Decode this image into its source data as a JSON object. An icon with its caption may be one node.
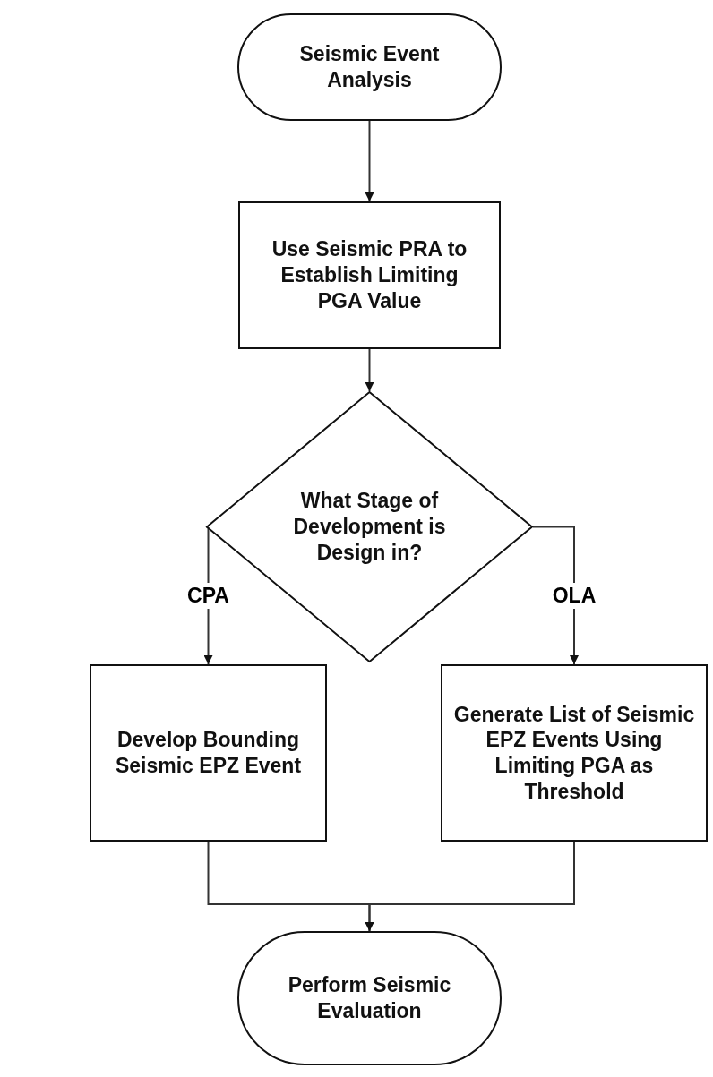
{
  "diagram": {
    "nodes": [
      {
        "text": [
          "Seismic Event Analysis"
        ]
      },
      {
        "text": [
          "Use Seismic PRA to Establish Limiting PGA Value"
        ]
      },
      {
        "text": [
          "What Stage of Development is Design in?"
        ]
      },
      {
        "text": [
          "Develop Bounding Seismic EPZ Event"
        ]
      },
      {
        "text": [
          "Generate List of Seismic EPZ Events Using Limiting PGA as Threshold"
        ]
      },
      {
        "text": [
          "Perform Seismic Evaluation"
        ]
      }
    ],
    "edges": [
      {
        "from": 0,
        "to": 1,
        "arrow": "to"
      },
      {
        "from": 1,
        "to": 2,
        "arrow": "to"
      },
      {
        "from": 2,
        "to": 3,
        "arrow": "to",
        "label": "CPA"
      },
      {
        "from": 2,
        "to": 4,
        "arrow": "to",
        "label": "OLA"
      },
      {
        "from": 3,
        "to": 5,
        "arrow": "to"
      },
      {
        "from": 4,
        "to": 5,
        "arrow": "to"
      }
    ]
  }
}
